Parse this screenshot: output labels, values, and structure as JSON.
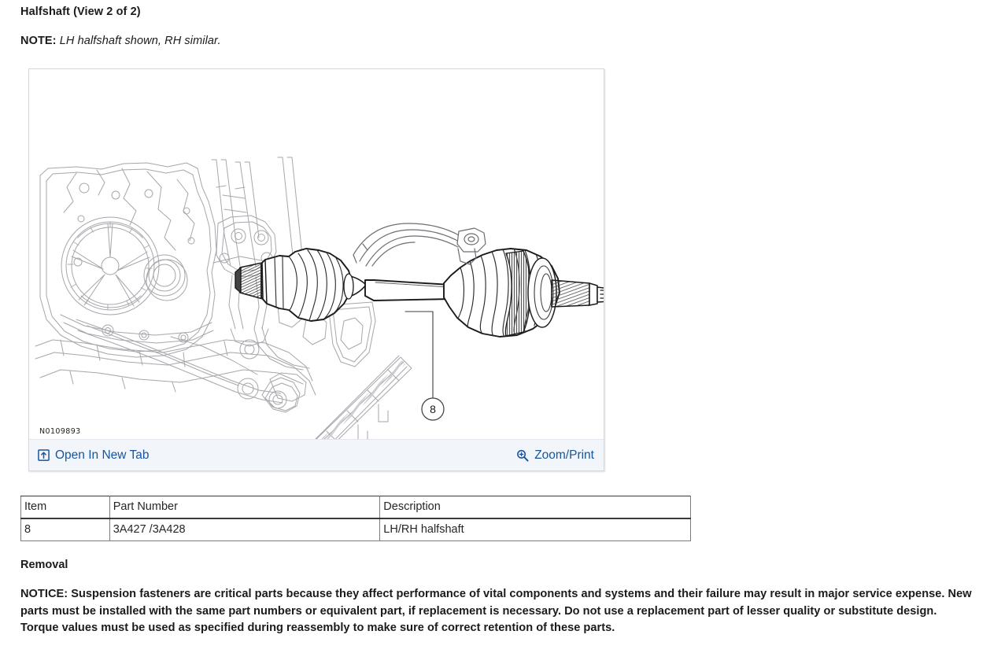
{
  "document": {
    "title": "Halfshaft (View 2 of 2)",
    "note_label": "NOTE:",
    "note_text": "LH halfshaft shown, RH similar.",
    "section_heading": "Removal",
    "notice_text": "NOTICE: Suspension fasteners are critical parts because they affect performance of vital components and systems and their failure may result in major service expense. New parts must be installed with the same part numbers or equivalent part, if replacement is necessary. Do not use a replacement part of lesser quality or substitute design. Torque values must be used as specified during reassembly to make sure of correct retention of these parts."
  },
  "figure": {
    "image_id": "N0109893",
    "callout_label": "8",
    "alt": "Exploded line drawing of front transaxle, suspension knuckle and LH halfshaft assembly",
    "toolbar": {
      "open_new_tab_label": "Open In New Tab",
      "open_new_tab_icon": "open-in-new-tab-icon",
      "zoom_print_label": "Zoom/Print",
      "zoom_print_icon": "magnifier-plus-icon"
    }
  },
  "parts_table": {
    "columns": [
      "Item",
      "Part Number",
      "Description"
    ],
    "rows": [
      {
        "item": "8",
        "part_number": "3A427 /3A428",
        "description": "LH/RH halfshaft"
      }
    ]
  },
  "colors": {
    "link": "#17559c",
    "toolbar_bg": "#f2f5f9",
    "frame_border": "#d7d7d7",
    "text": "#1b1b1b",
    "line_art_dark": "#1a1a1a",
    "line_art_light": "#9a9aa0"
  }
}
